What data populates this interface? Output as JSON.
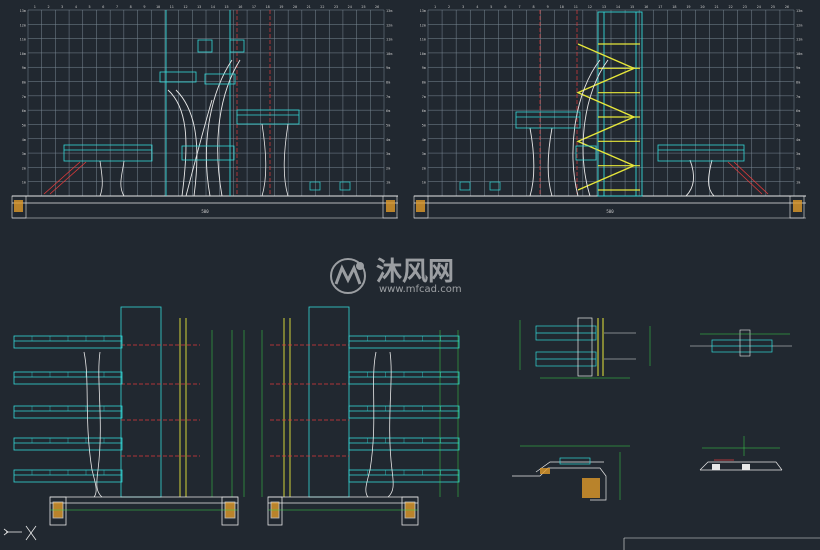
{
  "colors": {
    "background": "#212830",
    "grid": "#7a8894",
    "cyan": "#33d8d8",
    "white": "#e8e8e8",
    "red": "#e03a3a",
    "yellow": "#e6e63a",
    "green": "#3ad84a",
    "orange": "#e09a2a",
    "watermark": "#ffffff"
  },
  "watermark": {
    "brand": "沐风网",
    "url": "www.mfcad.com",
    "logo_icon": "mf-logo-icon"
  },
  "views": {
    "front_elevation": {
      "caption": "",
      "scale_label": "",
      "level_labels": [
        "1m",
        "2m",
        "3m",
        "4m",
        "5m",
        "6m",
        "7m",
        "8m",
        "9m",
        "10m",
        "11m",
        "12m",
        "13m"
      ]
    },
    "side_elevation": {
      "caption": "",
      "scale_label": "",
      "level_labels": [
        "1m",
        "2m",
        "3m",
        "4m",
        "5m",
        "6m",
        "7m",
        "8m",
        "9m",
        "10m",
        "11m",
        "12m",
        "13m"
      ]
    },
    "section_left": {
      "caption": ""
    },
    "section_right": {
      "caption": ""
    },
    "detail_1": {
      "caption": ""
    },
    "detail_2": {
      "caption": ""
    },
    "detail_3": {
      "caption": ""
    },
    "detail_4": {
      "caption": ""
    }
  }
}
